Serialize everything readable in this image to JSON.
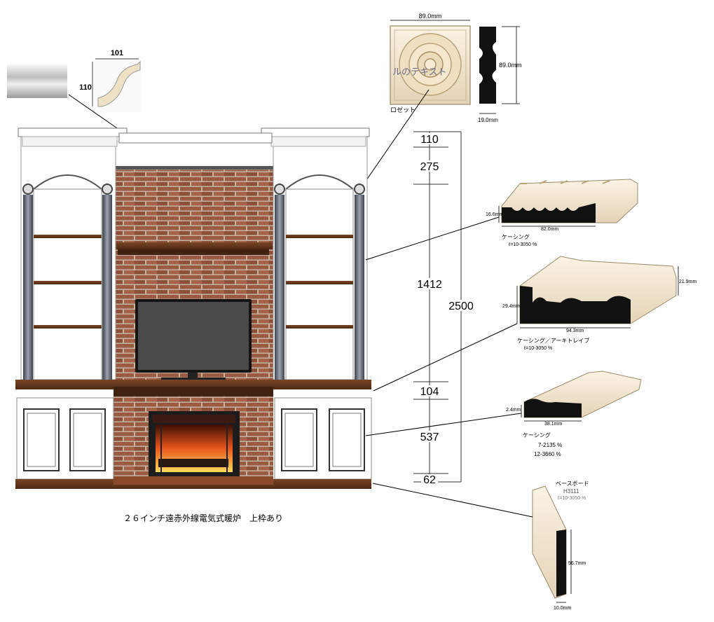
{
  "crown": {
    "width": "101",
    "height": "110"
  },
  "rosette": {
    "width": "89.0mm",
    "height": "89.0mm",
    "thickness": "19.0mm",
    "label": "ロゼット",
    "overlay": "ルのテキスト"
  },
  "dims": {
    "d1": "110",
    "d2": "275",
    "d3": "1412",
    "d4": "104",
    "d5": "537",
    "d6": "62",
    "total": "2500"
  },
  "profile1": {
    "height": "16.6mm",
    "width": "82.0mm",
    "name": "ケーシング",
    "length": "ℓ=10-3050 %"
  },
  "profile2": {
    "height_left": "29.4mm",
    "height_right": "21.9mm",
    "width": "94.3mm",
    "name": "ケーシング／アーキトレイブ",
    "length": "ℓ=10-3050 %"
  },
  "profile3": {
    "height": "2.4mm",
    "width": "38.1mm",
    "name": "ケーシング",
    "length1": "7-2135 %",
    "length2": "12-3660 %"
  },
  "baseboard": {
    "name": "ベースボード",
    "code": "H3111",
    "length": "ℓ=10-3050 %",
    "height": "56.7mm",
    "thickness": "10.0mm"
  },
  "caption": "２６インチ遠赤外線電気式暖炉　上枠あり",
  "colors": {
    "brick": "#9a5a42",
    "mortar": "#c7b8a4",
    "wood": "#6b3a1f",
    "cabinet": "#ffffff",
    "pilaster": "#4a4f5a",
    "molding": "#f3e6d0"
  }
}
